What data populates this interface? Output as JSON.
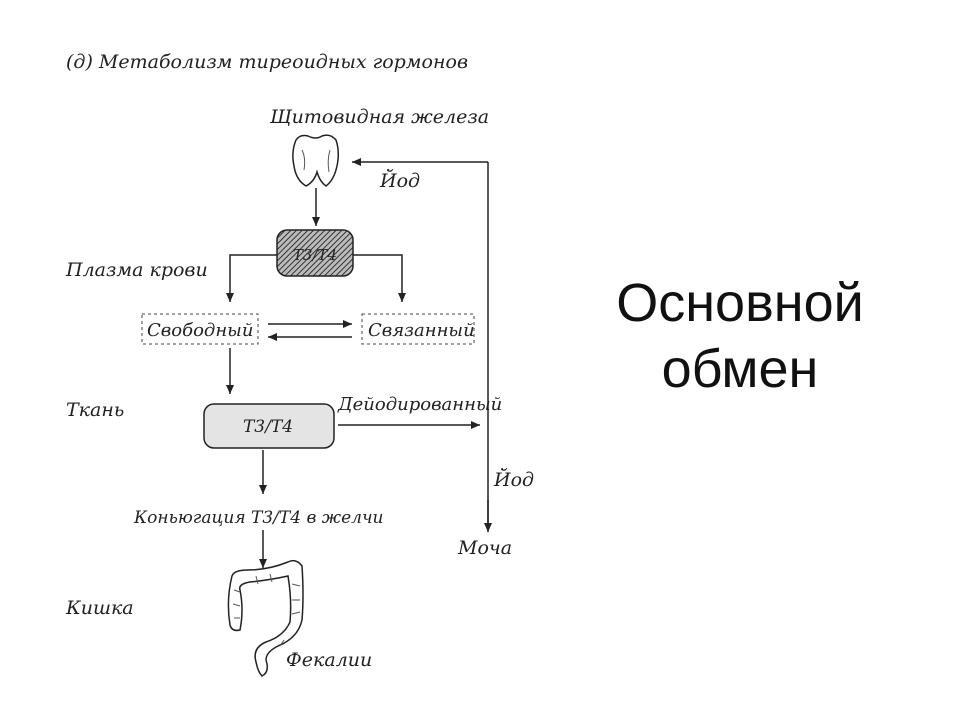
{
  "diagram": {
    "caption": "(д) Метаболизм тиреоидных гормонов",
    "thyroid": "Щитовидная железа",
    "iodine_top": "Йод",
    "plasma": "Плазма крови",
    "t3t4_gland": "T3/T4",
    "free": "Свободный",
    "bound": "Связанный",
    "tissue": "Ткань",
    "t3t4_tissue": "T3/T4",
    "deiodinated": "Дейодированный",
    "iodine_side": "Йод",
    "conjugation": "Коньюгация T3/T4 в желчи",
    "urine": "Моча",
    "intestine": "Кишка",
    "feces": "Фекалии"
  },
  "title": {
    "line1": "Основной",
    "line2": "обмен"
  }
}
